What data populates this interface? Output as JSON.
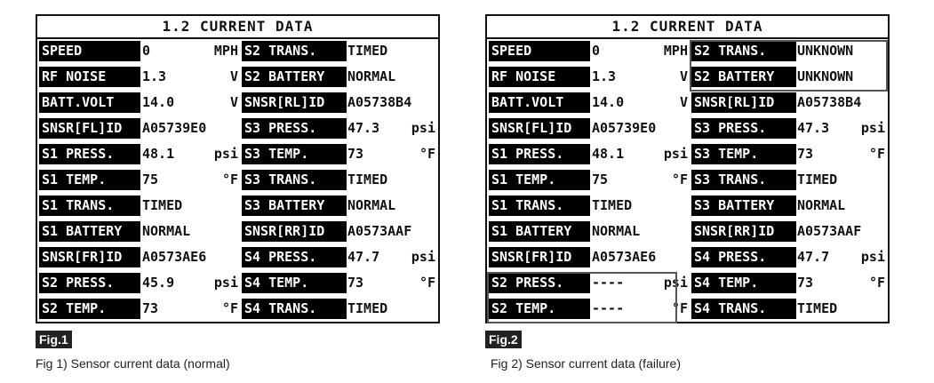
{
  "figures": [
    {
      "title": "1.2 CURRENT DATA",
      "badge": "Fig.1",
      "caption": "Fig 1) Sensor current data (normal)",
      "left": [
        {
          "label": "SPEED",
          "value": "0",
          "unit": "MPH"
        },
        {
          "label": "RF NOISE",
          "value": "1.3",
          "unit": "V"
        },
        {
          "label": "BATT.VOLT",
          "value": "14.0",
          "unit": "V"
        },
        {
          "label": "SNSR[FL]ID",
          "value": "A05739E0",
          "unit": ""
        },
        {
          "label": "S1 PRESS.",
          "value": "48.1",
          "unit": "psi"
        },
        {
          "label": "S1 TEMP.",
          "value": "75",
          "unit": "°F"
        },
        {
          "label": "S1 TRANS.",
          "value": "TIMED",
          "unit": ""
        },
        {
          "label": "S1 BATTERY",
          "value": "NORMAL",
          "unit": ""
        },
        {
          "label": "SNSR[FR]ID",
          "value": "A0573AE6",
          "unit": ""
        },
        {
          "label": "S2 PRESS.",
          "value": "45.9",
          "unit": "psi"
        },
        {
          "label": "S2 TEMP.",
          "value": "73",
          "unit": "°F"
        }
      ],
      "right": [
        {
          "label": "S2 TRANS.",
          "value": "TIMED",
          "unit": ""
        },
        {
          "label": "S2 BATTERY",
          "value": "NORMAL",
          "unit": ""
        },
        {
          "label": "SNSR[RL]ID",
          "value": "A05738B4",
          "unit": ""
        },
        {
          "label": "S3 PRESS.",
          "value": "47.3",
          "unit": "psi"
        },
        {
          "label": "S3 TEMP.",
          "value": "73",
          "unit": "°F"
        },
        {
          "label": "S3 TRANS.",
          "value": "TIMED",
          "unit": ""
        },
        {
          "label": "S3 BATTERY",
          "value": "NORMAL",
          "unit": ""
        },
        {
          "label": "SNSR[RR]ID",
          "value": "A0573AAF",
          "unit": ""
        },
        {
          "label": "S4 PRESS.",
          "value": "47.7",
          "unit": "psi"
        },
        {
          "label": "S4 TEMP.",
          "value": "73",
          "unit": "°F"
        },
        {
          "label": "S4 TRANS.",
          "value": "TIMED",
          "unit": ""
        }
      ]
    },
    {
      "title": "1.2 CURRENT DATA",
      "badge": "Fig.2",
      "caption": "Fig 2) Sensor current data (failure)",
      "left": [
        {
          "label": "SPEED",
          "value": "0",
          "unit": "MPH"
        },
        {
          "label": "RF NOISE",
          "value": "1.3",
          "unit": "V"
        },
        {
          "label": "BATT.VOLT",
          "value": "14.0",
          "unit": "V"
        },
        {
          "label": "SNSR[FL]ID",
          "value": "A05739E0",
          "unit": ""
        },
        {
          "label": "S1 PRESS.",
          "value": "48.1",
          "unit": "psi"
        },
        {
          "label": "S1 TEMP.",
          "value": "75",
          "unit": "°F"
        },
        {
          "label": "S1 TRANS.",
          "value": "TIMED",
          "unit": ""
        },
        {
          "label": "S1 BATTERY",
          "value": "NORMAL",
          "unit": ""
        },
        {
          "label": "SNSR[FR]ID",
          "value": "A0573AE6",
          "unit": ""
        },
        {
          "label": "S2 PRESS.",
          "value": "----",
          "unit": "psi"
        },
        {
          "label": "S2 TEMP.",
          "value": "----",
          "unit": "°F"
        }
      ],
      "right": [
        {
          "label": "S2 TRANS.",
          "value": "UNKNOWN",
          "unit": ""
        },
        {
          "label": "S2 BATTERY",
          "value": "UNKNOWN",
          "unit": ""
        },
        {
          "label": "SNSR[RL]ID",
          "value": "A05738B4",
          "unit": ""
        },
        {
          "label": "S3 PRESS.",
          "value": "47.3",
          "unit": "psi"
        },
        {
          "label": "S3 TEMP.",
          "value": "73",
          "unit": "°F"
        },
        {
          "label": "S3 TRANS.",
          "value": "TIMED",
          "unit": ""
        },
        {
          "label": "S3 BATTERY",
          "value": "NORMAL",
          "unit": ""
        },
        {
          "label": "SNSR[RR]ID",
          "value": "A0573AAF",
          "unit": ""
        },
        {
          "label": "S4 PRESS.",
          "value": "47.7",
          "unit": "psi"
        },
        {
          "label": "S4 TEMP.",
          "value": "73",
          "unit": "°F"
        },
        {
          "label": "S4 TRANS.",
          "value": "TIMED",
          "unit": ""
        }
      ]
    }
  ]
}
